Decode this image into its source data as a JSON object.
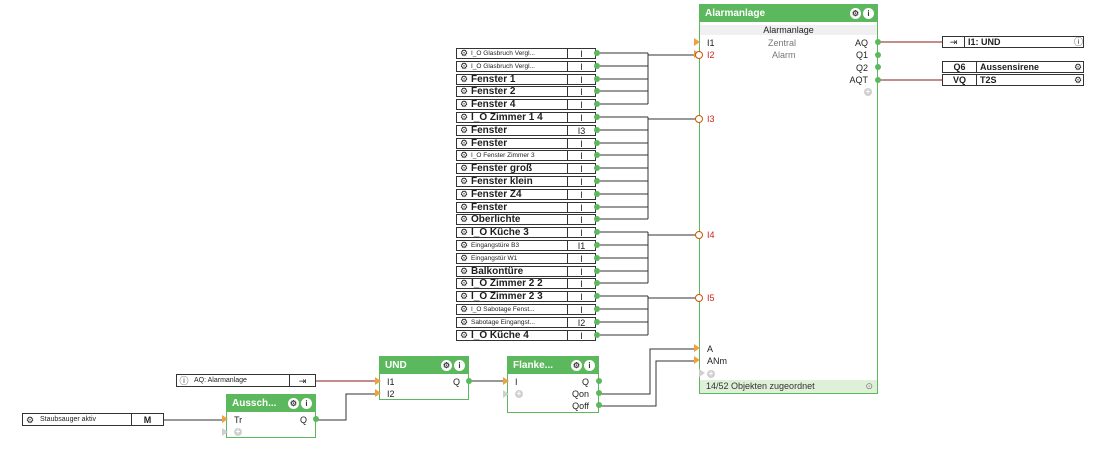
{
  "inputs": [
    {
      "name": "I_O Glasbruch Vergl...",
      "pin": "I",
      "small": true
    },
    {
      "name": "I_O Glasbruch Vergl...",
      "pin": "I",
      "small": true
    },
    {
      "name": "Fenster 1",
      "pin": "I"
    },
    {
      "name": "Fenster 2",
      "pin": "I"
    },
    {
      "name": "Fenster 4",
      "pin": "I"
    },
    {
      "name": "I_O Zimmer 1 4",
      "pin": "I"
    },
    {
      "name": "Fenster",
      "pin": "I3"
    },
    {
      "name": "Fenster",
      "pin": "I"
    },
    {
      "name": "I_O Fenster Zimmer 3",
      "pin": "I",
      "small": true
    },
    {
      "name": "Fenster groß",
      "pin": "I"
    },
    {
      "name": "Fenster klein",
      "pin": "I"
    },
    {
      "name": "Fenster Z4",
      "pin": "I"
    },
    {
      "name": "Fenster",
      "pin": "I"
    },
    {
      "name": "Oberlichte",
      "pin": "I"
    },
    {
      "name": "I_O Küche 3",
      "pin": "I"
    },
    {
      "name": "Eingangstüre B3",
      "pin": "I1",
      "small": true
    },
    {
      "name": "Eingangstür W1",
      "pin": "I",
      "small": true
    },
    {
      "name": "Balkontüre",
      "pin": "I"
    },
    {
      "name": "I_O Zimmer 2 2",
      "pin": "I"
    },
    {
      "name": "I_O Zimmer 2 3",
      "pin": "I"
    },
    {
      "name": "I_O Sabotage Fenst...",
      "pin": "I",
      "small": true
    },
    {
      "name": "Sabotage Eingangst...",
      "pin": "I2",
      "small": true
    },
    {
      "name": "I_O Küche 4",
      "pin": "I"
    }
  ],
  "alarm": {
    "title": "Alarmanlage",
    "subtitle": "Alarmanlage",
    "center1": "Zentral",
    "center2": "Alarm",
    "in_labels": [
      "I1",
      "I2",
      "I3",
      "I4",
      "I5",
      "A",
      "ANm"
    ],
    "out_labels": [
      "AQ",
      "Q1",
      "Q2",
      "AQT"
    ],
    "footer": "14/52 Objekten zugeordnet"
  },
  "outputs": {
    "i1und": "I1: UND",
    "q6_pin": "Q6",
    "q6_name": "Aussensirene",
    "vq_pin": "VQ",
    "vq_name": "T2S"
  },
  "und": {
    "title": "UND",
    "in1": "I1",
    "in2": "I2",
    "out": "Q"
  },
  "flanke": {
    "title": "Flanke...",
    "in": "I",
    "out1": "Q",
    "out2": "Qon",
    "out3": "Qoff"
  },
  "aussch": {
    "title": "Aussch...",
    "in": "Tr",
    "out": "Q"
  },
  "aq_input": {
    "label": "AQ: Alarmanlage"
  },
  "staub": {
    "label": "Staubsauger aktiv",
    "pin": "M"
  },
  "icons": {
    "gear": "gear-icon",
    "info": "info-icon",
    "plus": "plus-icon"
  },
  "colors": {
    "block_green": "#5cb85c",
    "wire_red": "#8b1a1a",
    "pin_orange": "#f0a040",
    "label_red": "#cc2222"
  }
}
